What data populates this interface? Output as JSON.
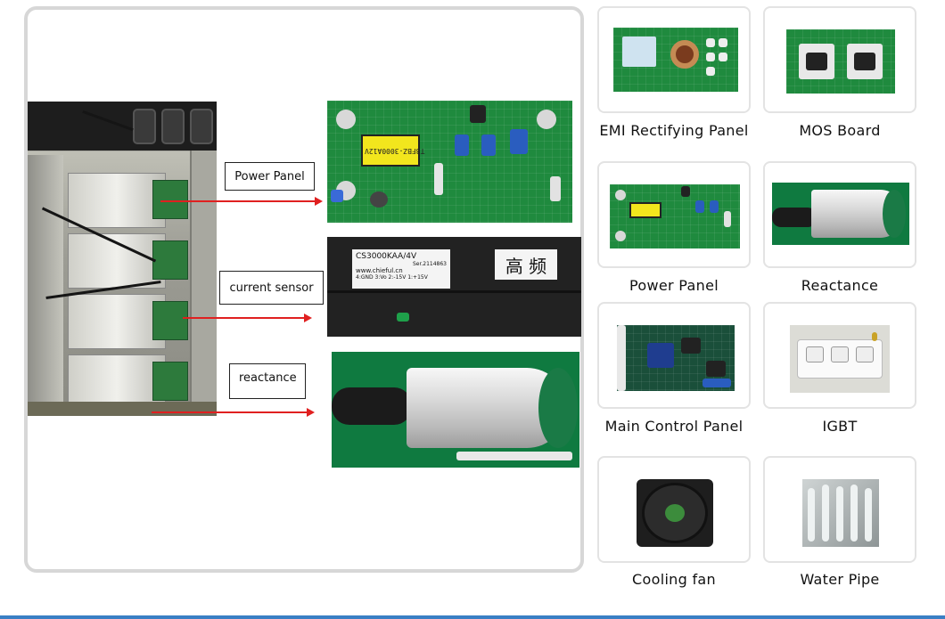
{
  "left_panel": {
    "callouts": {
      "power_panel": "Power Panel",
      "current_sensor": "current sensor",
      "reactance": "reactance"
    },
    "sensor_text": {
      "model": "CS3000KAA/4V",
      "line2": "Ser.2114863",
      "line3": "www.chieful.cn",
      "line4": "4:GND 3:Vo 2:-15V 1:+15V",
      "chinese": "高 频"
    },
    "board_text": "TBFBZ-3000A12V"
  },
  "components": [
    {
      "label": "EMI Rectifying Panel"
    },
    {
      "label": "MOS Board"
    },
    {
      "label": "Power Panel"
    },
    {
      "label": "Reactance"
    },
    {
      "label": "Main Control Panel"
    },
    {
      "label": "IGBT"
    },
    {
      "label": "Cooling fan"
    },
    {
      "label": "Water Pipe"
    }
  ],
  "colors": {
    "arrow": "#e02020",
    "pcb_green": "#1f8a3e",
    "card_border": "#e3e3e3",
    "panel_border": "#d7d7d7",
    "bottom_rule": "#3a7fc4"
  }
}
